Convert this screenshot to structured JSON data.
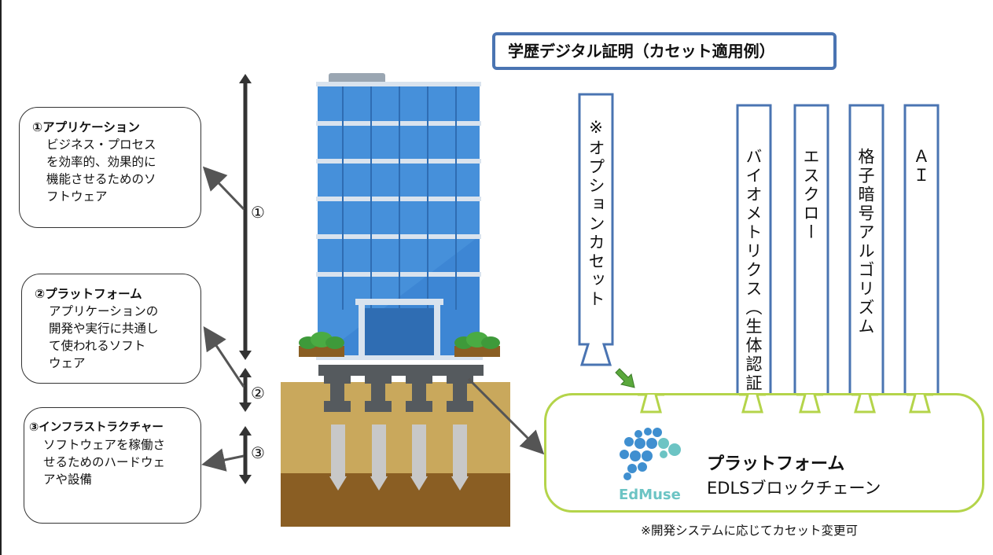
{
  "title": "学歴デジタル証明（カセット適用例）",
  "layers": [
    {
      "number": "①",
      "title": "①アプリケーション",
      "description": "ビジネス・プロセス\nを効率的、効果的に\n機能させるためのソ\nフトウェア"
    },
    {
      "number": "②",
      "title": "②プラットフォーム",
      "description": "アプリケーションの\n開発や実行に共通し\nて使われるソフト\nウェア"
    },
    {
      "number": "③",
      "title": "③インフラストラクチャー",
      "description": "ソフトウェアを稼働さ\nせるためのハードウェ\nアや設備"
    }
  ],
  "cassettes": {
    "option": "※オプションカセット",
    "items": [
      "バイオメトリクス（生体認証）",
      "エスクロー",
      "格子暗号アルゴリズム",
      "ＡＩ"
    ]
  },
  "platform": {
    "title": "プラットフォーム",
    "subtitle": "EDLSブロックチェーン",
    "logo_text": "EdMuse"
  },
  "note": "※開発システムに応じてカセット変更可",
  "colors": {
    "title_border": "#4a74b2",
    "cassette_border": "#4a74b2",
    "platform_border": "#b4d44a",
    "logo_blue": "#3f8fd0",
    "logo_teal": "#6cc4c4",
    "ground_top": "#c9a85c",
    "ground_bottom": "#8a5e23",
    "building_glass": "#3d86d4",
    "pointer_green": "#5aa83c"
  }
}
